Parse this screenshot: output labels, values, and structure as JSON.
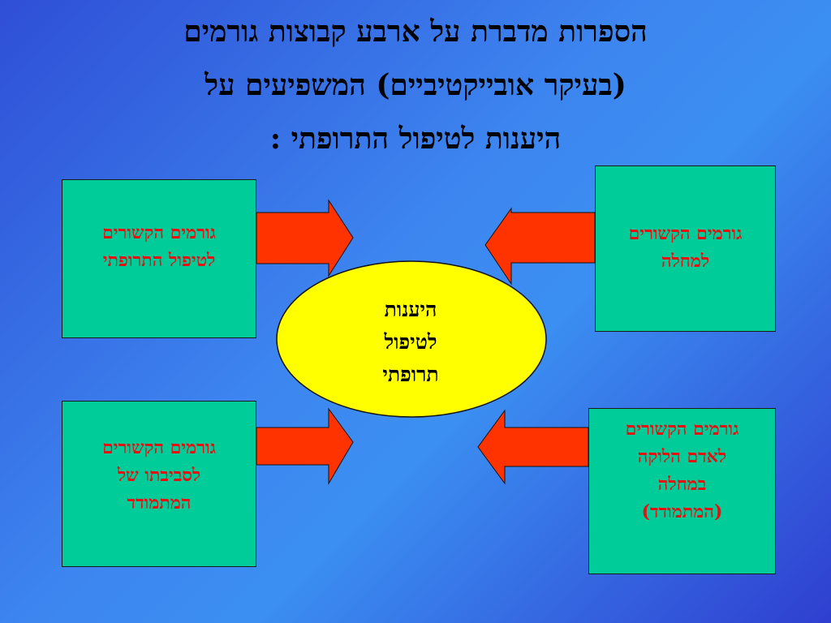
{
  "title": {
    "line1": "הספרות מדברת על ארבע קבוצות גורמים",
    "line2": "(בעיקר אובייקטיביים) המשפיעים על",
    "line3": "היענות לטיפול התרופתי :"
  },
  "center": {
    "line1": "היענות",
    "line2": "לטיפול",
    "line3": "תרופתי"
  },
  "boxes": {
    "treatment": {
      "line1": "גורמים הקשורים",
      "line2": "לטיפול התרופתי"
    },
    "disease": {
      "line1": "גורמים הקשורים",
      "line2": "למחלה"
    },
    "environment": {
      "line1": "גורמים הקשורים",
      "line2": "לסביבתו של",
      "line3": "המתמודד"
    },
    "patient": {
      "line1": "גורמים הקשורים",
      "line2": "לאדם הלוקה",
      "line3": "במחלה",
      "line4": "(המתמודד)"
    }
  },
  "colors": {
    "box_fill": "#00cc99",
    "box_text": "#e61010",
    "arrow_fill": "#ff3300",
    "oval_fill": "#ffff00"
  }
}
